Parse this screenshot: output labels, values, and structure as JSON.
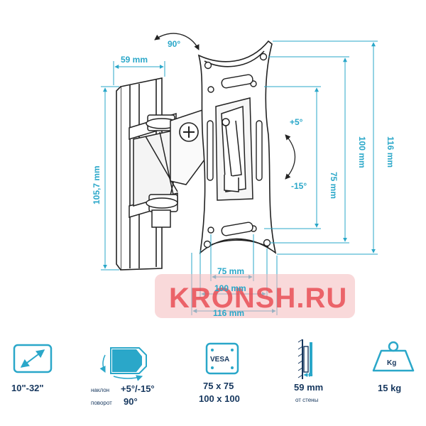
{
  "diagram": {
    "rotation_label": "90°",
    "arm_depth_label": "59 mm",
    "arm_height_label": "105,7 mm",
    "tilt_up_label": "+5°",
    "tilt_down_label": "-15°",
    "vesa_small_vertical": "75 mm",
    "vesa_large_vertical": "100 mm",
    "plate_height": "116 mm",
    "vesa_small_horizontal": "75 mm",
    "vesa_large_horizontal": "100 mm",
    "plate_width": "116 mm"
  },
  "watermark": "KRONSH.RU",
  "specs": {
    "screen_size": "10\"-32\"",
    "tilt_word": "наклон",
    "tilt_value": "+5°/-15°",
    "swivel_word": "поворот",
    "swivel_value": "90°",
    "vesa_badge": "VESA",
    "vesa_line1": "75 x 75",
    "vesa_line2": "100 x 100",
    "wall_distance": "59 mm",
    "wall_distance_word": "от стены",
    "weight_badge": "Kg",
    "max_weight": "15 kg"
  },
  "colors": {
    "dimension": "#2aa7c9",
    "icon_frame": "#2aa7c9",
    "spec_text": "#16375e",
    "watermark": "#e8464e"
  }
}
